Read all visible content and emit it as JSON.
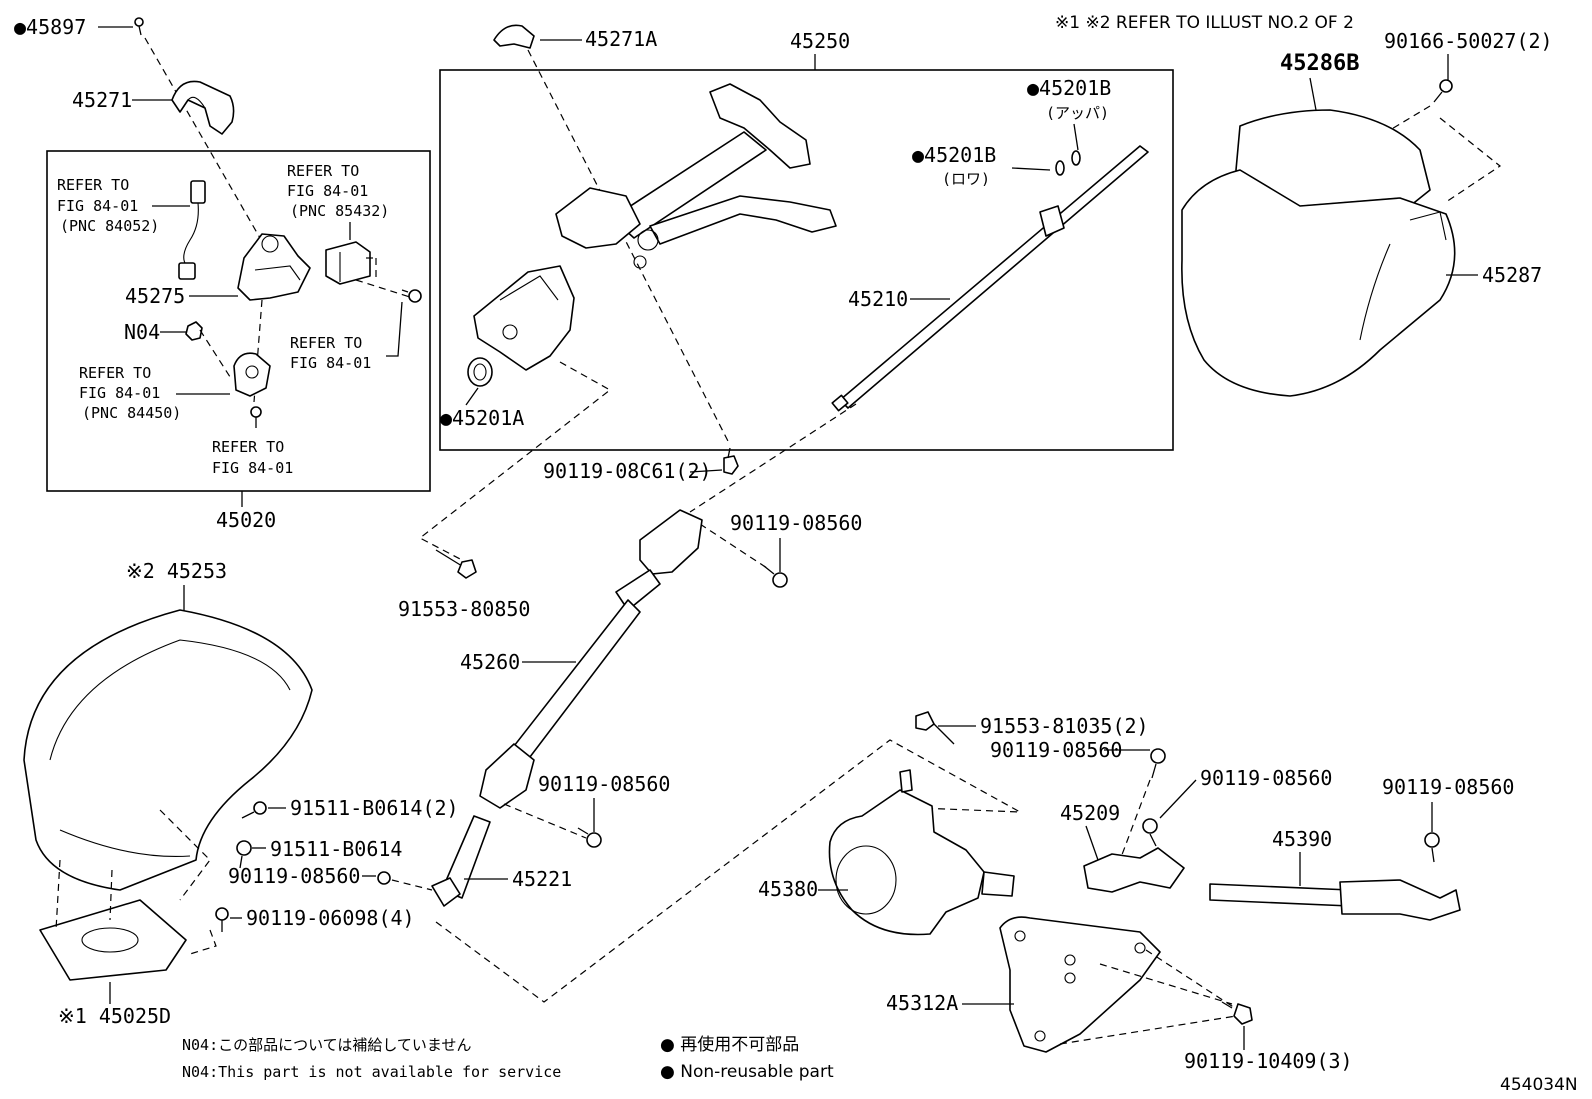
{
  "header_note": "※1 ※2  REFER TO ILLUST NO.2 OF 2",
  "figure_id": "454034N",
  "labels": {
    "p45897": "●45897",
    "p45271": "45271",
    "p45271A": "45271A",
    "p45250": "45250",
    "p45201B_upper": "●45201B",
    "p45201B_upper_sub": "(アッパ)",
    "p45201B_lower": "●45201B",
    "p45201B_lower_sub": "(ロワ)",
    "p45210": "45210",
    "p45201A": "●45201A",
    "p45286B": "45286B",
    "p90166": "90166-50027(2)",
    "p45287": "45287",
    "p45020": "45020",
    "p45275": "45275",
    "pN04": "N04",
    "p90119_08C61": "90119-08C61(2)",
    "p90119_08560_a": "90119-08560",
    "p91553_80850": "91553-80850",
    "p45253": "※2 45253",
    "p45260": "45260",
    "p91511_B0614_2": "91511-B0614(2)",
    "p91511_B0614": "91511-B0614",
    "p90119_08560_b": "90119-08560",
    "p90119_06098": "90119-06098(4)",
    "p90119_08560_c": "90119-08560",
    "p45221": "45221",
    "p45025D": "※1 45025D",
    "p91553_81035": "91553-81035(2)",
    "p90119_08560_d": "90119-08560",
    "p45209": "45209",
    "p90119_08560_e": "90119-08560",
    "p90119_08560_f": "90119-08560",
    "p45390": "45390",
    "p45380": "45380",
    "p45312A": "45312A",
    "p90119_10409": "90119-10409(3)"
  },
  "refer_notes": {
    "r1_line1": "REFER TO",
    "r1_line2": "FIG 84-01",
    "r1_line3": "(PNC 84052)",
    "r2_line1": "REFER TO",
    "r2_line2": "FIG 84-01",
    "r2_line3": "(PNC 85432)",
    "r3_line1": "REFER TO",
    "r3_line2": "FIG 84-01",
    "r4_line1": "REFER TO",
    "r4_line2": "FIG 84-01",
    "r4_line3": "(PNC 84450)",
    "r5_line1": "REFER TO",
    "r5_line2": "FIG 84-01"
  },
  "footnotes": {
    "n04_jp": "N04:この部品については補給していません",
    "n04_en": "N04:This part is not available for service",
    "legend_jp": "● 再使用不可部品",
    "legend_en": "● Non-reusable part"
  }
}
